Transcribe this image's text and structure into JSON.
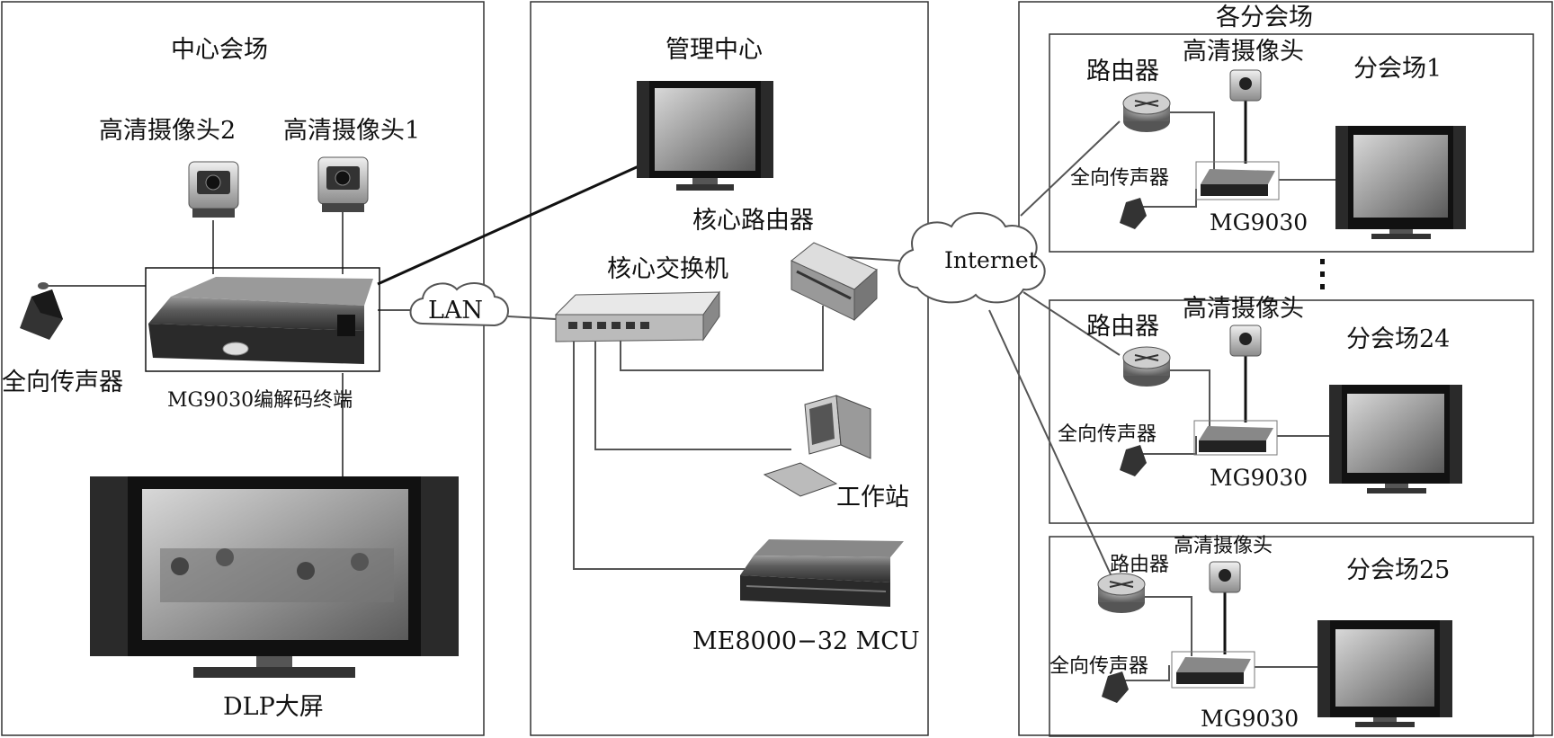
{
  "center": {
    "title": "中心会场",
    "camera2": "高清摄像头2",
    "camera1": "高清摄像头1",
    "mic": "全向传声器",
    "codec": "MG9030编解码终端",
    "screen": "DLP大屏",
    "lan": "LAN"
  },
  "management": {
    "title": "管理中心",
    "core_router": "核心路由器",
    "core_switch": "核心交换机",
    "workstation": "工作站",
    "mcu": "ME8000−32 MCU"
  },
  "internet": "Internet",
  "branches": {
    "title": "各分会场",
    "site1": {
      "name": "分会场1",
      "router": "路由器",
      "camera": "高清摄像头",
      "mic": "全向传声器",
      "terminal": "MG9030"
    },
    "site24": {
      "name": "分会场24",
      "router": "路由器",
      "camera": "高清摄像头",
      "mic": "全向传声器",
      "terminal": "MG9030"
    },
    "site25": {
      "name": "分会场25",
      "router": "路由器",
      "camera": "高清摄像头",
      "mic": "全向传声器",
      "terminal": "MG9030"
    }
  }
}
